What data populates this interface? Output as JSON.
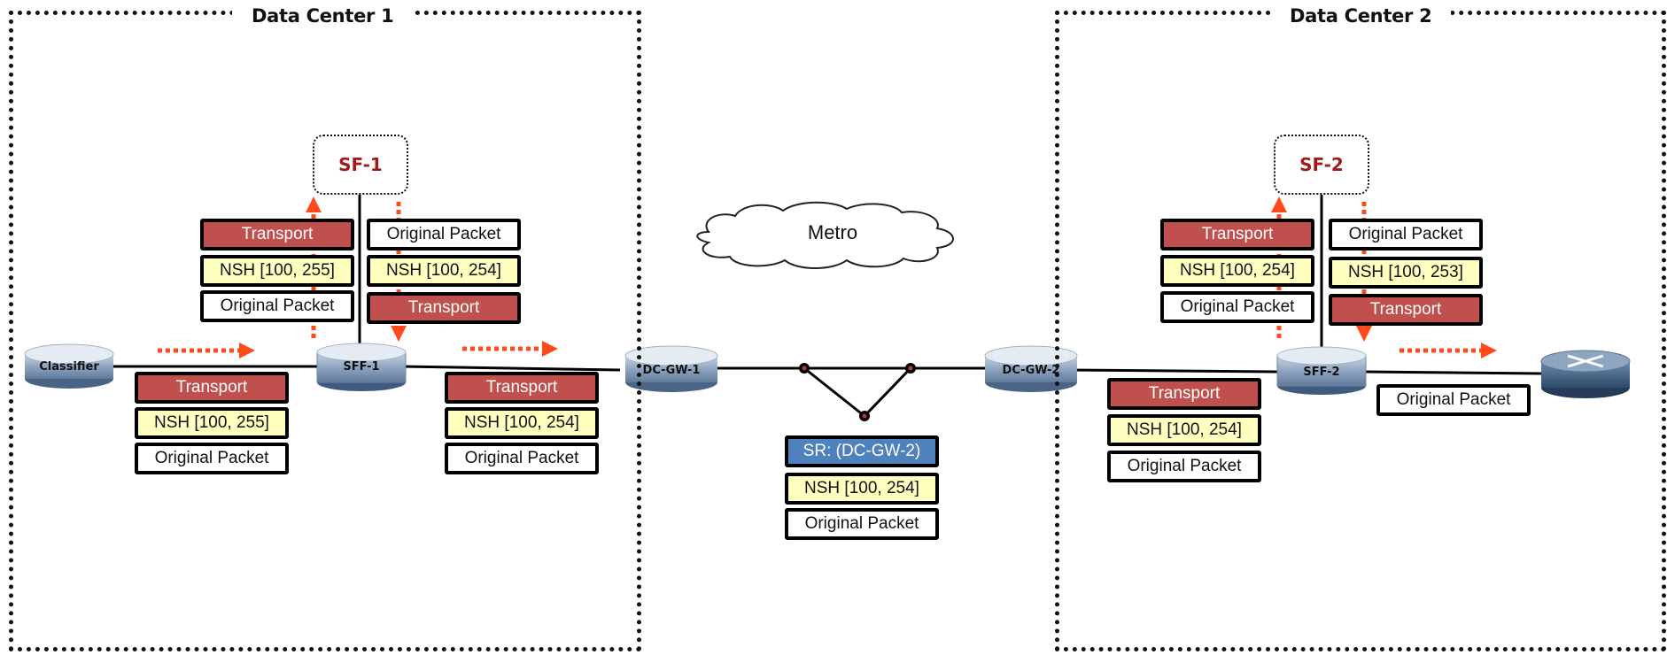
{
  "data_centers": [
    {
      "title": "Data Center 1"
    },
    {
      "title": "Data Center 2"
    }
  ],
  "service_functions": [
    {
      "label": "SF-1"
    },
    {
      "label": "SF-2"
    }
  ],
  "nodes": {
    "classifier": "Classifier",
    "sff1": "SFF-1",
    "dcgw1": "DC-GW-1",
    "dcgw2": "DC-GW-2",
    "sff2": "SFF-2"
  },
  "cloud": {
    "label": "Metro"
  },
  "packets": {
    "classifier_out": [
      "Transport",
      "NSH [100, 255]",
      "Original Packet"
    ],
    "to_sf1": [
      "Transport",
      "NSH [100, 255]",
      "Original Packet"
    ],
    "from_sf1": [
      "Original Packet",
      "NSH [100, 254]",
      "Transport"
    ],
    "sff1_out": [
      "Transport",
      "NSH [100, 254]",
      "Original Packet"
    ],
    "metro": [
      "SR: (DC-GW-2)",
      "NSH [100, 254]",
      "Original Packet"
    ],
    "dcgw2_out": [
      "Transport",
      "NSH [100, 254]",
      "Original Packet"
    ],
    "to_sf2": [
      "Transport",
      "NSH [100, 254]",
      "Original Packet"
    ],
    "from_sf2": [
      "Original Packet",
      "NSH [100, 253]",
      "Transport"
    ],
    "sff2_out": [
      "Original Packet"
    ]
  },
  "colors": {
    "transport": "#c0504d",
    "nsh": "#ffffc0",
    "segment_routing": "#4f81bd",
    "arrow": "#ff4a1c",
    "sf_label": "#a01c1c"
  }
}
